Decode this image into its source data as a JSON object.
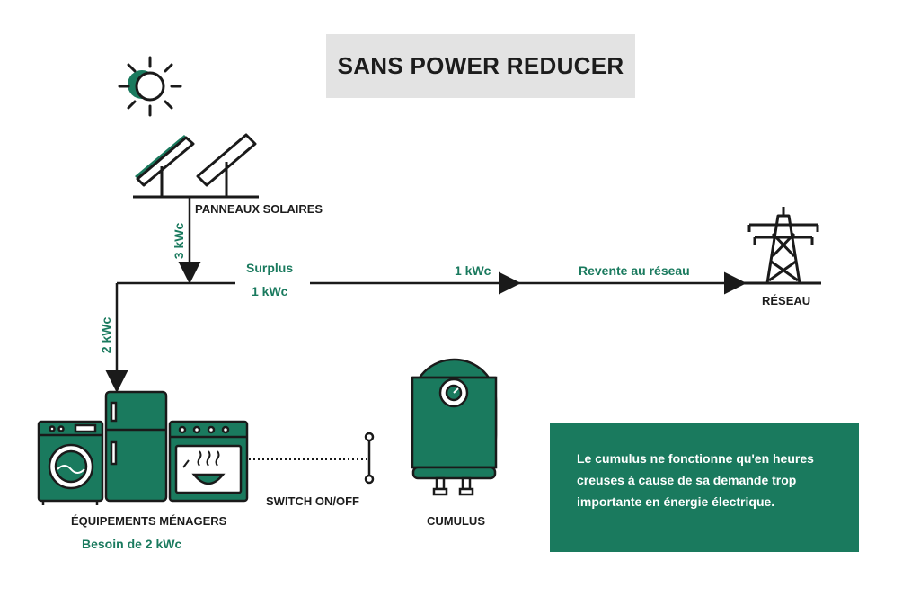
{
  "title": "SANS POWER REDUCER",
  "nodes": {
    "solar_panels": "PANNEAUX SOLAIRES",
    "grid": "RÉSEAU",
    "appliances": "ÉQUIPEMENTS MÉNAGERS",
    "appliances_need": "Besoin de 2 kWc",
    "switch": "SWITCH ON/OFF",
    "cumulus": "CUMULUS"
  },
  "flows": {
    "solar_output": "3 kWc",
    "surplus_label": "Surplus",
    "surplus_value": "1 kWc",
    "to_grid_value": "1 kWc",
    "to_grid_label": "Revente au réseau",
    "to_appliances": "2 kWc"
  },
  "note": "Le cumulus ne fonctionne qu'en heures creuses à cause de sa demande trop importante en énergie électrique.",
  "colors": {
    "accent": "#1a7a5e",
    "title_bg": "#e3e3e3",
    "line": "#1a1a1a"
  },
  "icons": [
    "sun-icon",
    "solar-panel-icon",
    "pylon-icon",
    "washing-machine-icon",
    "fridge-icon",
    "oven-icon",
    "water-heater-icon",
    "switch-icon"
  ]
}
